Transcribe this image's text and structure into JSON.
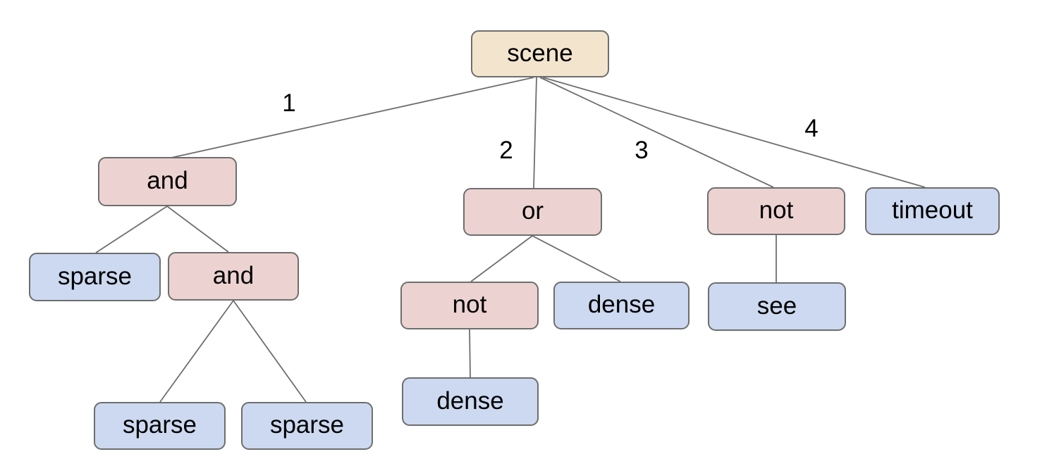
{
  "diagram": {
    "type": "tree",
    "root": "scene",
    "edges": [
      {
        "from": "scene",
        "to": "and1",
        "label": "1"
      },
      {
        "from": "scene",
        "to": "or1",
        "label": "2"
      },
      {
        "from": "scene",
        "to": "not1",
        "label": "3"
      },
      {
        "from": "scene",
        "to": "timeout1",
        "label": "4"
      },
      {
        "from": "and1",
        "to": "sparse1",
        "label": ""
      },
      {
        "from": "and1",
        "to": "and2",
        "label": ""
      },
      {
        "from": "and2",
        "to": "sparse2",
        "label": ""
      },
      {
        "from": "and2",
        "to": "sparse3",
        "label": ""
      },
      {
        "from": "or1",
        "to": "not2",
        "label": ""
      },
      {
        "from": "or1",
        "to": "dense1",
        "label": ""
      },
      {
        "from": "not2",
        "to": "dense2",
        "label": ""
      },
      {
        "from": "not1",
        "to": "see1",
        "label": ""
      }
    ]
  },
  "nodes": {
    "scene": {
      "label": "scene",
      "type": "root"
    },
    "and1": {
      "label": "and",
      "type": "operator"
    },
    "or1": {
      "label": "or",
      "type": "operator"
    },
    "not1": {
      "label": "not",
      "type": "operator"
    },
    "timeout1": {
      "label": "timeout",
      "type": "leaf"
    },
    "sparse1": {
      "label": "sparse",
      "type": "leaf"
    },
    "and2": {
      "label": "and",
      "type": "operator"
    },
    "not2": {
      "label": "not",
      "type": "operator"
    },
    "dense1": {
      "label": "dense",
      "type": "leaf"
    },
    "see1": {
      "label": "see",
      "type": "leaf"
    },
    "sparse2": {
      "label": "sparse",
      "type": "leaf"
    },
    "sparse3": {
      "label": "sparse",
      "type": "leaf"
    },
    "dense2": {
      "label": "dense",
      "type": "leaf"
    }
  },
  "edge_labels": {
    "branch1": "1",
    "branch2": "2",
    "branch3": "3",
    "branch4": "4"
  },
  "colors": {
    "root_fill": "#f3e5cd",
    "operator_fill": "#ecd3d1",
    "leaf_fill": "#ccd9f0",
    "border": "#6e6e6e",
    "edge": "#6e6e6e",
    "text": "#000000"
  }
}
